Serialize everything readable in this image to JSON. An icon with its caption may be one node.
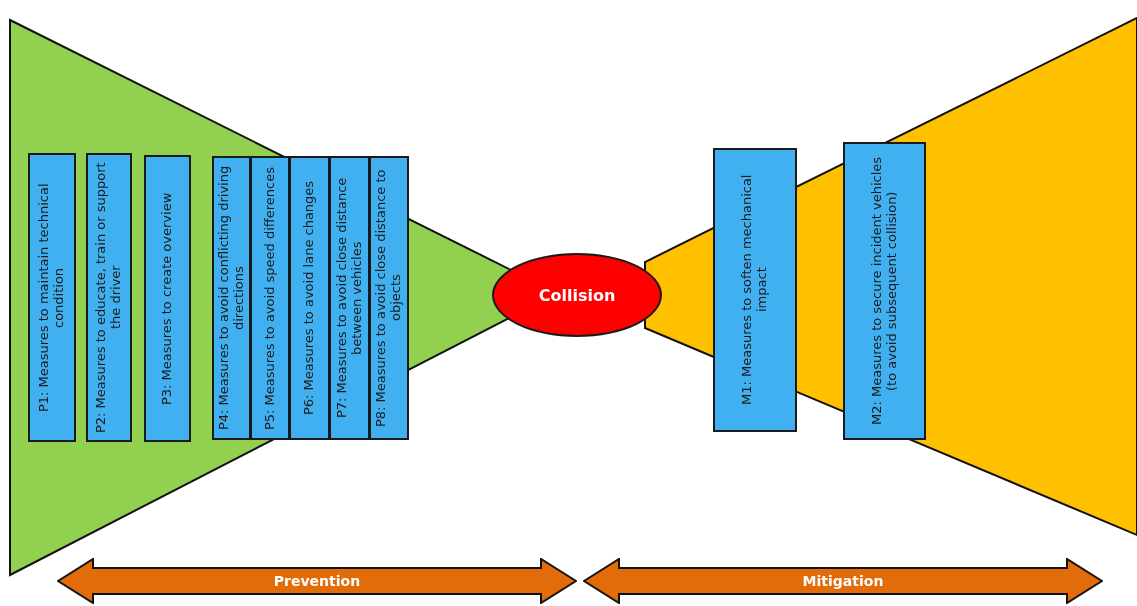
{
  "diagram": {
    "nodes": [
      {
        "text": [
          "P1: Measures to maintain technical condition"
        ]
      },
      {
        "text": [
          "P2: Measures to educate, train or support the driver"
        ]
      },
      {
        "text": [
          "P3: Measures to create overview"
        ]
      },
      {
        "text": [
          "P4: Measures to avoid conflicting driving directions"
        ]
      },
      {
        "text": [
          "P5: Measures to avoid speed differences"
        ]
      },
      {
        "text": [
          "P6: Measures to avoid lane changes"
        ]
      },
      {
        "text": [
          "P7: Measures to avoid close distance between vehicles"
        ]
      },
      {
        "text": [
          "P8: Measures to avoid close distance to objects"
        ]
      },
      {
        "text": [
          "Collision"
        ]
      },
      {
        "text": [
          "M1: Measures to soften mechanical impact"
        ]
      },
      {
        "text": [
          "M2: Measures to secure incident vehicles (to avoid subsequent collision)"
        ]
      },
      {
        "text": [
          "Prevention"
        ]
      },
      {
        "text": [
          "Mitigation"
        ]
      }
    ]
  }
}
